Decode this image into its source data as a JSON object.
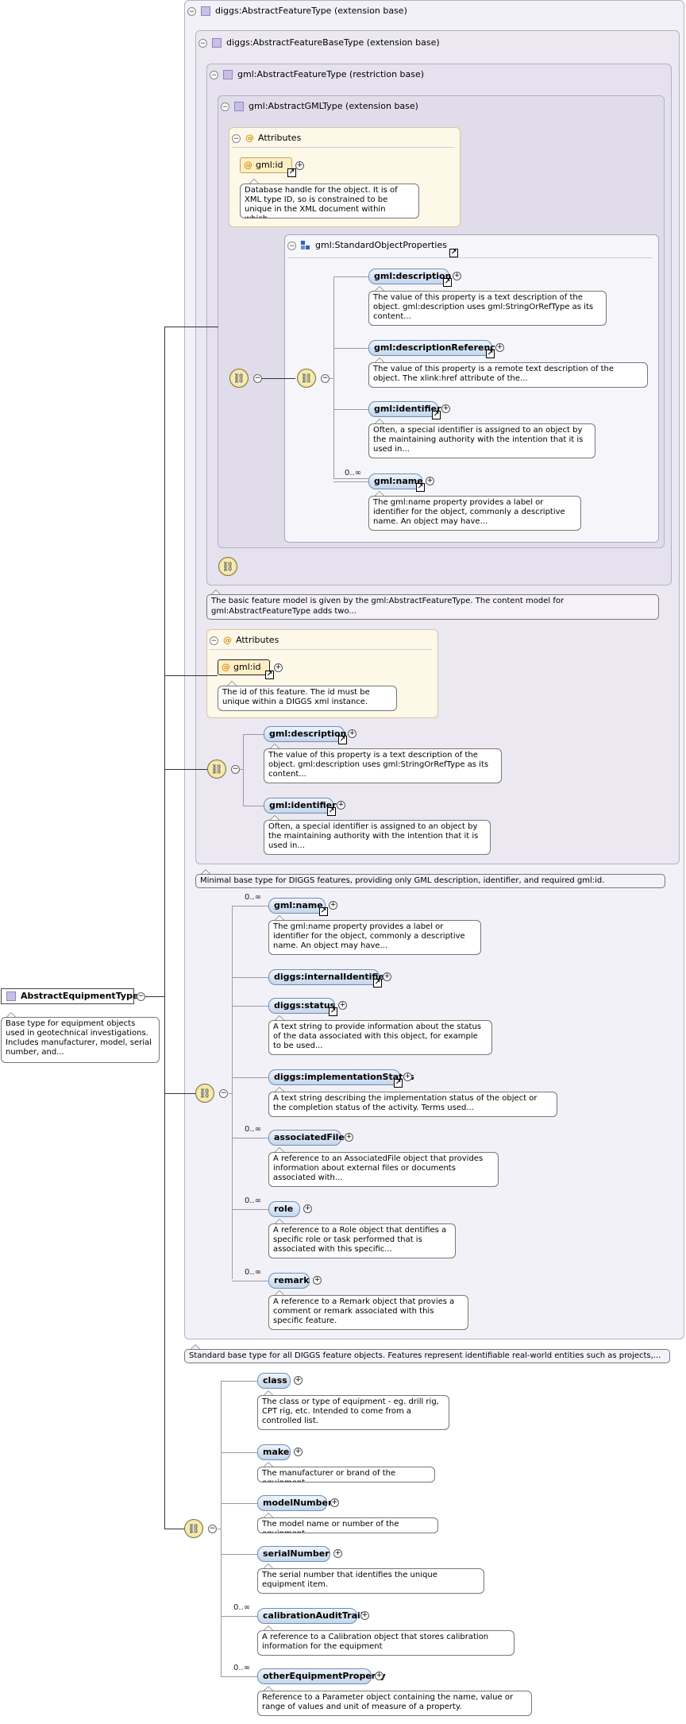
{
  "root": {
    "name": "AbstractEquipmentType",
    "description": "Base type for equipment objects used in geotechnical investigations. Includes manufacturer, model, serial number, and..."
  },
  "boxes": {
    "diggs_feature": "diggs:AbstractFeatureType (extension base)",
    "diggs_base": "diggs:AbstractFeatureBaseType (extension base)",
    "gml_feature": "gml:AbstractFeatureType (restriction base)",
    "gml_gml": "gml:AbstractGMLType (extension base)"
  },
  "gml_attributes": {
    "title": "Attributes",
    "id_name": "gml:id",
    "id_desc": "Database handle for the object. It is of XML type ID, so is constrained to be unique in the XML document within which..."
  },
  "standard_props": {
    "title": "gml:StandardObjectProperties",
    "items": [
      {
        "name": "gml:description",
        "desc": "The value of this property is a text description of the object. gml:description uses gml:StringOrRefType as its content..."
      },
      {
        "name": "gml:descriptionReference",
        "desc": "The value of this property is a remote text description of the object. The xlink:href attribute of the..."
      },
      {
        "name": "gml:identifier",
        "desc": "Often, a special identifier is assigned to an object by the maintaining authority with the intention that it is used in..."
      },
      {
        "name": "gml:name",
        "card": "0..∞",
        "desc": "The gml:name property provides a label or identifier for the object, commonly a descriptive name. An object may have..."
      }
    ]
  },
  "gml_feature_note": "The basic feature model is given by the gml:AbstractFeatureType. The content model for gml:AbstractFeatureType adds two...",
  "base_attributes": {
    "title": "Attributes",
    "id_name": "gml:id",
    "id_desc": "The id of this feature. The id must be unique within a DIGGS xml instance."
  },
  "base_seq": [
    {
      "name": "gml:description",
      "desc": "The value of this property is a text description of the object. gml:description uses gml:StringOrRefType as its content..."
    },
    {
      "name": "gml:identifier",
      "desc": "Often, a special identifier is assigned to an object by the maintaining authority with the intention that it is used in..."
    }
  ],
  "base_note": "Minimal base type for DIGGS features, providing only GML description, identifier, and required gml:id.",
  "feature_seq": [
    {
      "name": "gml:name",
      "card": "0..∞",
      "desc": "The gml:name property provides a label or identifier for the object, commonly a descriptive name. An object may have..."
    },
    {
      "name": "diggs:internalIdentifier"
    },
    {
      "name": "diggs:status",
      "desc": "A text string to provide information about the status of the data associated with this object, for example to be used..."
    },
    {
      "name": "diggs:implementationStatus",
      "desc": "A text string describing the implementation status of the object or the completion status of the activity. Terms used..."
    },
    {
      "name": "associatedFile",
      "card": "0..∞",
      "desc": "A reference to an AssociatedFile object that provides information about external files or documents associated with..."
    },
    {
      "name": "role",
      "card": "0..∞",
      "desc": "A reference to a Role object that dentifies a specific role or task performed that is associated with this specific..."
    },
    {
      "name": "remark",
      "card": "0..∞",
      "desc": "A reference to a Remark object that provies a comment or remark associated with this specific feature."
    }
  ],
  "feature_note": "Standard base type for all DIGGS feature objects. Features represent identifiable real-world entities such as projects,...",
  "equip_seq": [
    {
      "name": "class",
      "desc": "The class or type of equipment - eg. drill rig, CPT rig, etc. Intended to come from a controlled list."
    },
    {
      "name": "make",
      "desc": "The manufacturer or brand of the equipment"
    },
    {
      "name": "modelNumber",
      "desc": "The model name or number of the equipment"
    },
    {
      "name": "serialNumber",
      "desc": "The serial number that identifies the unique equipment item."
    },
    {
      "name": "calibrationAuditTrail",
      "card": "0..∞",
      "desc": "A reference to a Calibration object that stores calibration information for the equipment"
    },
    {
      "name": "otherEquipmentProperty",
      "card": "0..∞",
      "desc": "Reference to a Parameter object containing the name, value or range of values and unit of measure of a property."
    }
  ],
  "icons": {
    "collapse": "⊖",
    "expand": "⊕",
    "reference": "↗",
    "sequence": "sequence-compositor-icon",
    "attribute": "@"
  },
  "colors": {
    "element_fill": "#c5d6eb",
    "element_border": "#6d8fb7",
    "attribute_fill": "#fdeec3",
    "attribute_group": "#fdf8e8",
    "type_box": "#ebe8f2",
    "compositor": "#eddc8a"
  }
}
